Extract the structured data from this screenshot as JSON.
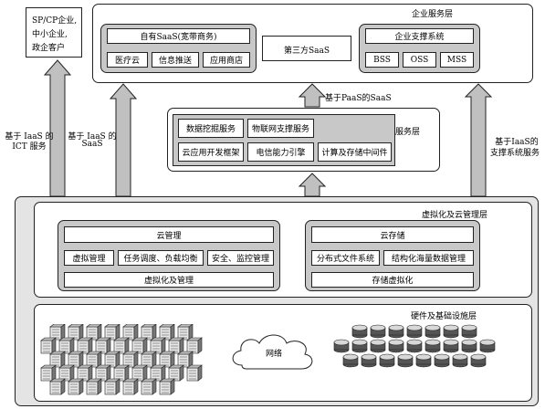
{
  "customers": {
    "line1": "SP/CP企业,",
    "line2": "中小企业,",
    "line3": "政企客户"
  },
  "enterprise_layer": {
    "title": "企业服务层",
    "own_saas": {
      "title": "自有SaaS(宽带商务)",
      "items": [
        "医疗云",
        "信息推送",
        "应用商店"
      ]
    },
    "third_party_saas": "第三方SaaS",
    "support": {
      "title": "企业支撑系统",
      "items": [
        "BSS",
        "OSS",
        "MSS"
      ]
    }
  },
  "paas_layer": {
    "title": "应用云平台服务层",
    "items": [
      "数据挖掘服务",
      "物联网支撑服务",
      "云应用开发框架",
      "电信能力引擎",
      "计算及存储中间件"
    ]
  },
  "arrows": {
    "iaas_ict": {
      "line1": "基于 IaaS 的",
      "line2": "ICT 服务"
    },
    "iaas_saas": {
      "line1": "基于 IaaS 的",
      "line2": "SaaS"
    },
    "paas_saas": "基于PaaS的SaaS",
    "iaas_support": {
      "line1": "基于IaaS的",
      "line2": "支撑系统服务"
    }
  },
  "virt_layer": {
    "title": "虚拟化及云管理层",
    "cloud_mgmt": {
      "title": "云管理",
      "items": [
        "虚拟管理",
        "任务调度、负载均衡",
        "安全、监控管理"
      ],
      "bottom": "虚拟化及管理"
    },
    "cloud_storage": {
      "title": "云存储",
      "items": [
        "分布式文件系统",
        "结构化海量数据管理"
      ],
      "bottom": "存储虚拟化"
    }
  },
  "hw_layer": {
    "title": "硬件及基础设施层",
    "network": "网络"
  },
  "colors": {
    "panel_gray": "#c8c8c8",
    "arrow_gray": "#c0c0c0",
    "line": "#222222"
  }
}
